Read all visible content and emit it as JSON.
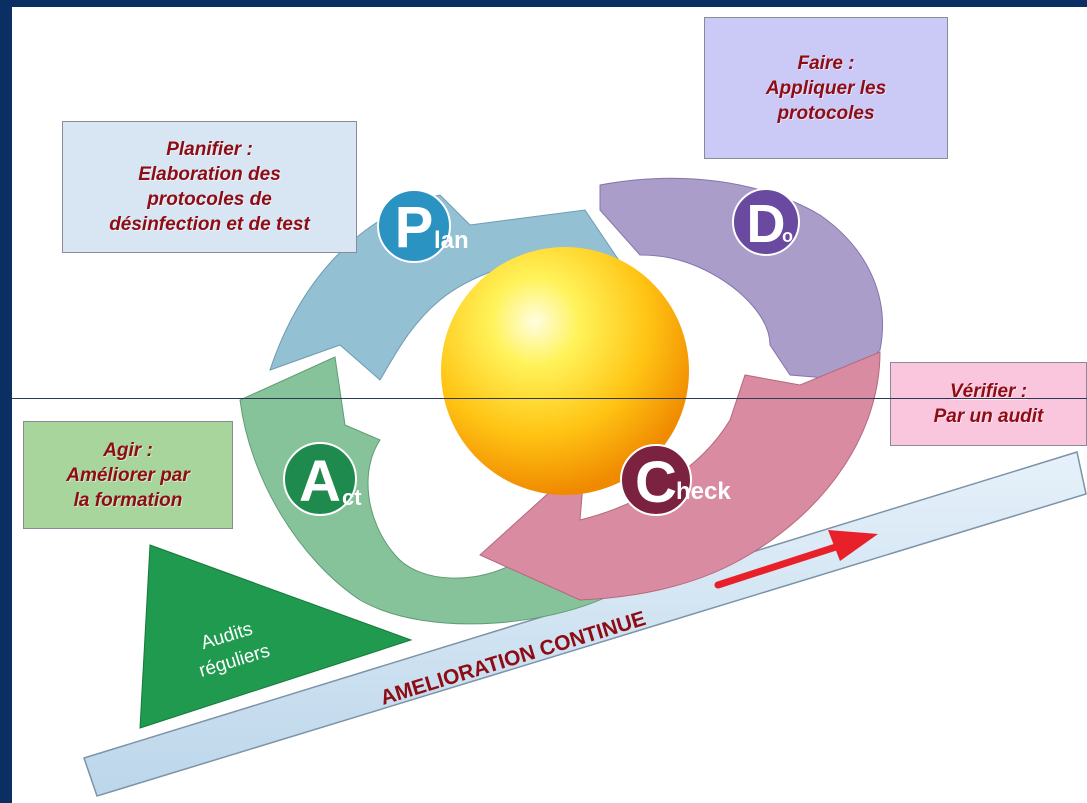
{
  "plan_box": {
    "title": "Planifier :",
    "lines": [
      "Elaboration des",
      "protocoles de",
      "désinfection et de test"
    ]
  },
  "do_box": {
    "title": "Faire :",
    "lines": [
      "Appliquer les",
      "protocoles"
    ]
  },
  "check_box": {
    "title": "Vérifier :",
    "lines": [
      "Par un audit"
    ]
  },
  "act_box": {
    "title": "Agir :",
    "lines": [
      "Améliorer par",
      "la formation"
    ]
  },
  "cycle": {
    "plan": {
      "letter": "P",
      "rest": "lan"
    },
    "do": {
      "letter": "D",
      "rest": "o"
    },
    "check": {
      "letter": "C",
      "rest": "heck"
    },
    "act": {
      "letter": "A",
      "rest": "ct"
    }
  },
  "audits": {
    "lines": [
      "Audits",
      "réguliers"
    ]
  },
  "ramp_label": "AMELIORATION CONTINUE",
  "colors": {
    "background": "#0b2f63",
    "plan": "#8fbcd0",
    "do": "#a99ac8",
    "check": "#d98aa0",
    "act": "#7fbf93",
    "label_text": "#8e0c14",
    "audits_triangle": "#1f9a4e",
    "arrow": "#e8202a"
  },
  "icons": [
    "plan-badge",
    "do-badge",
    "check-badge",
    "act-badge",
    "sun-sphere",
    "progress-arrow"
  ]
}
